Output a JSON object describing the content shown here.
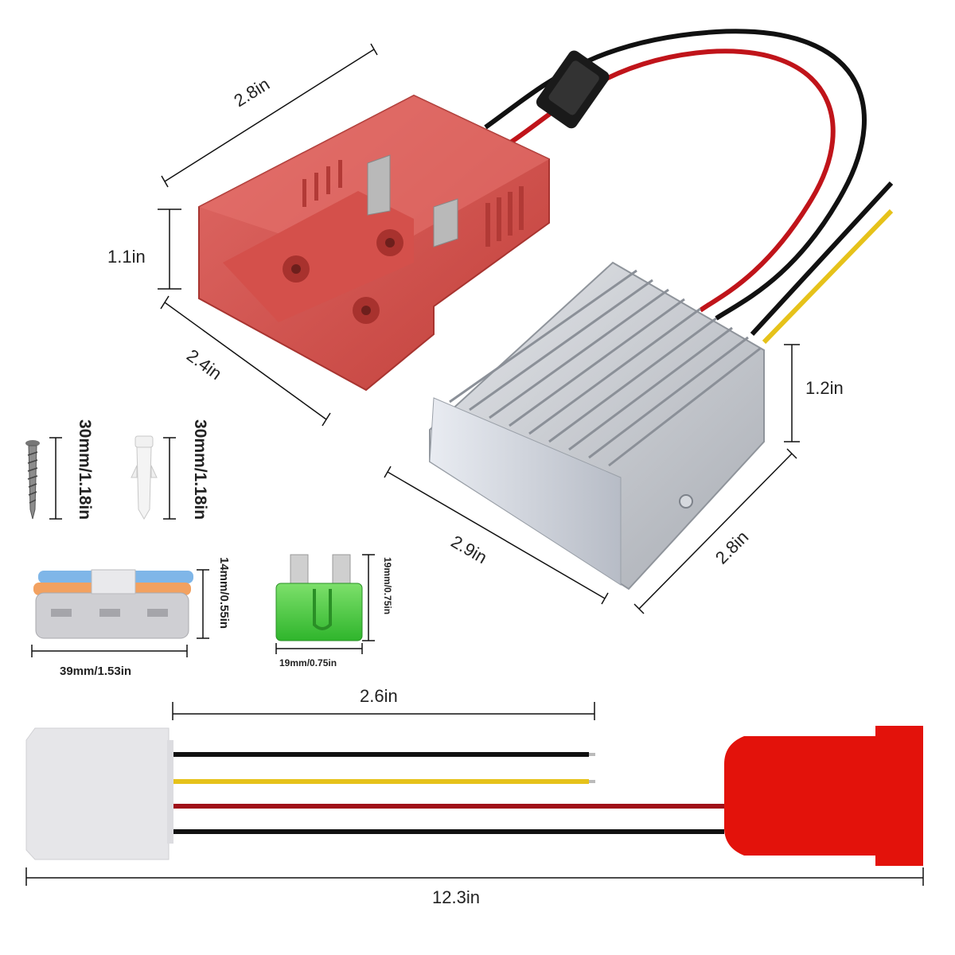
{
  "dimensions": {
    "base_width": "2.8in",
    "base_height": "1.1in",
    "base_depth": "2.4in",
    "converter_height": "1.2in",
    "converter_width": "2.9in",
    "converter_depth": "2.8in",
    "output_wire_length": "2.6in",
    "total_length": "12.3in"
  },
  "accessories": {
    "screw_length": "30mm/1.18in",
    "anchor_length": "30mm/1.18in",
    "connector_height": "14mm/0.55in",
    "connector_width": "39mm/1.53in",
    "fuse_height": "19mm/0.75in",
    "fuse_width": "19mm/0.75in"
  },
  "colors": {
    "battery_red": "#d9534f",
    "adapter_red": "#e3120b",
    "converter_silver": "#c9ccd1",
    "wire_black": "#111111",
    "wire_red": "#c0141a",
    "wire_yellow": "#e6c21a",
    "fuse_green": "#3ec93a"
  }
}
